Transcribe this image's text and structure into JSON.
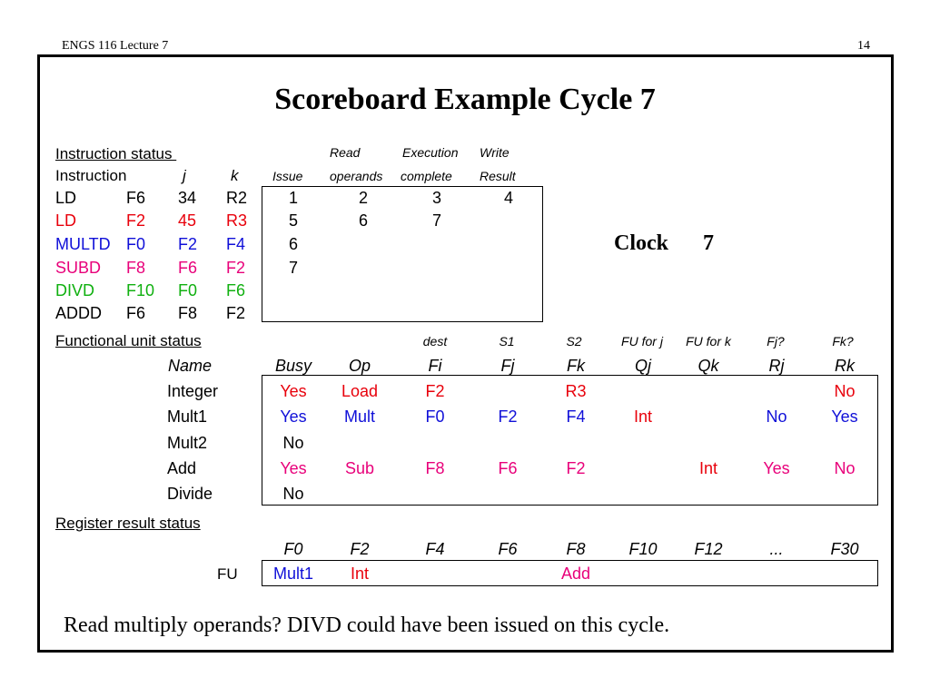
{
  "header": {
    "left": "ENGS 116  Lecture 7",
    "page": "14"
  },
  "title": "Scoreboard Example Cycle 7",
  "instr_section": {
    "label": "Instruction status ",
    "h_read": "Read",
    "h_exec": "Execution",
    "h_write": "Write",
    "h_instruction": "Instruction",
    "h_j": "j",
    "h_k": "k",
    "h_issue": "Issue",
    "h_operands": "operands",
    "h_complete": "complete",
    "h_result": "Result"
  },
  "instructions": [
    {
      "op": "LD",
      "d": "F6",
      "j": "34",
      "k": "R2",
      "issue": "1",
      "read": "2",
      "exec": "3",
      "write": "4",
      "color": "#000000"
    },
    {
      "op": "LD",
      "d": "F2",
      "j": "45",
      "k": "R3",
      "issue": "5",
      "read": "6",
      "exec": "7",
      "write": "",
      "color": "#e8000b"
    },
    {
      "op": "MULTD",
      "d": "F0",
      "j": "F2",
      "k": "F4",
      "issue": "6",
      "read": "",
      "exec": "",
      "write": "",
      "color": "#1010d8"
    },
    {
      "op": "SUBD",
      "d": "F8",
      "j": "F6",
      "k": "F2",
      "issue": "7",
      "read": "",
      "exec": "",
      "write": "",
      "color": "#e8007a"
    },
    {
      "op": "DIVD",
      "d": "F10",
      "j": "F0",
      "k": "F6",
      "issue": "",
      "read": "",
      "exec": "",
      "write": "",
      "color": "#10b010"
    },
    {
      "op": "ADDD",
      "d": "F6",
      "j": "F8",
      "k": "F2",
      "issue": "",
      "read": "",
      "exec": "",
      "write": "",
      "color": "#000000"
    }
  ],
  "clock": {
    "label": "Clock",
    "value": "7"
  },
  "fu_section": {
    "label": "Functional unit status",
    "top": [
      "dest",
      "S1",
      "S2",
      "FU for j",
      "FU for k",
      "Fj?",
      "Fk?"
    ],
    "cols": [
      "Name",
      "Busy",
      "Op",
      "Fi",
      "Fj",
      "Fk",
      "Qj",
      "Qk",
      "Rj",
      "Rk"
    ]
  },
  "fu_rows": [
    {
      "name": "Integer",
      "busy": "Yes",
      "op": "Load",
      "fi": "F2",
      "fj": "",
      "fk": "R3",
      "qj": "",
      "qk": "",
      "rj": "",
      "rk": "No",
      "color": "#e8000b"
    },
    {
      "name": "Mult1",
      "busy": "Yes",
      "op": "Mult",
      "fi": "F0",
      "fj": "F2",
      "fk": "F4",
      "qj": "Int",
      "qk": "",
      "rj": "No",
      "rk": "Yes",
      "color": "#1010d8",
      "qcolor": "#e8000b"
    },
    {
      "name": "Mult2",
      "busy": "No",
      "op": "",
      "fi": "",
      "fj": "",
      "fk": "",
      "qj": "",
      "qk": "",
      "rj": "",
      "rk": "",
      "color": "#000000"
    },
    {
      "name": "Add",
      "busy": "Yes",
      "op": "Sub",
      "fi": "F8",
      "fj": "F6",
      "fk": "F2",
      "qj": "",
      "qk": "Int",
      "rj": "Yes",
      "rk": "No",
      "color": "#e8007a",
      "qcolor": "#e8000b"
    },
    {
      "name": "Divide",
      "busy": "No",
      "op": "",
      "fi": "",
      "fj": "",
      "fk": "",
      "qj": "",
      "qk": "",
      "rj": "",
      "rk": "",
      "color": "#000000"
    }
  ],
  "reg_section": {
    "label": "Register result status",
    "regs": [
      "F0",
      "F2",
      "F4",
      "F6",
      "F8",
      "F10",
      "F12",
      "...",
      "F30"
    ],
    "fu_label": "FU",
    "values": [
      "Mult1",
      "Int",
      "",
      "",
      "Add",
      "",
      "",
      "",
      ""
    ],
    "value_colors": [
      "#1010d8",
      "#e8000b",
      "#000000",
      "#000000",
      "#e8007a",
      "#000000",
      "#000000",
      "#000000",
      "#000000"
    ]
  },
  "footer_note": "Read multiply operands?  DIVD could have been issued on this cycle."
}
